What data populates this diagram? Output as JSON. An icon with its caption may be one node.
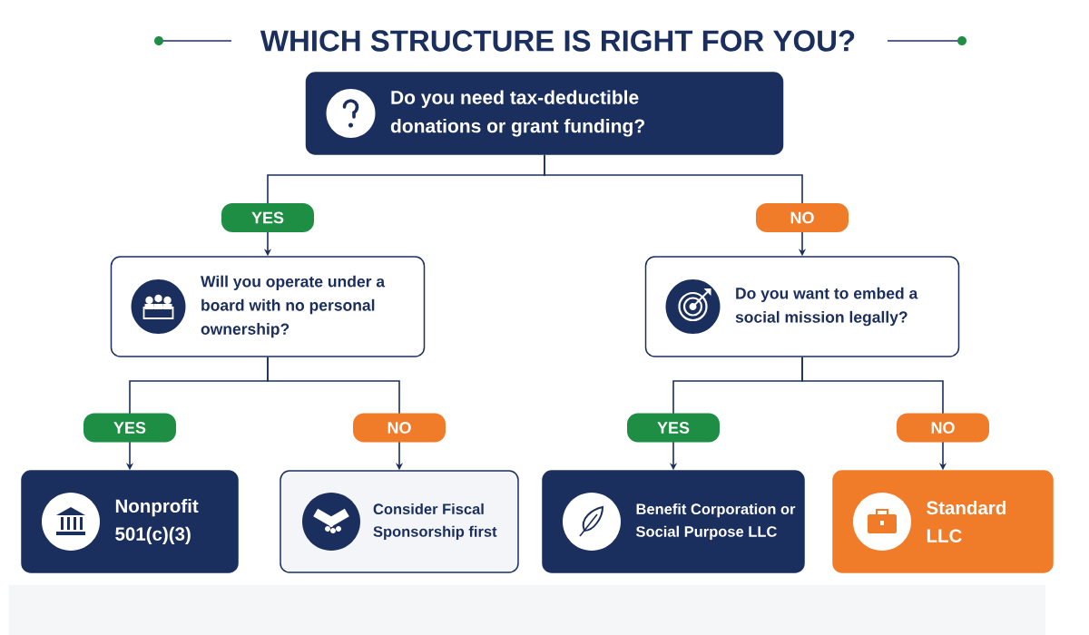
{
  "diagram": {
    "title": "WHICH STRUCTURE IS RIGHT FOR YOU?",
    "nodes": [
      {
        "text": [
          "Do you need tax-deductible donations or grant funding?"
        ]
      },
      {
        "text": [
          "Will you operate under a board with no personal ownership?"
        ]
      },
      {
        "text": [
          "Do you want to embed a social mission legally?"
        ]
      },
      {
        "text": [
          "Nonprofit 501(c)(3)"
        ]
      },
      {
        "text": [
          "Consider Fiscal Sponsorship first"
        ]
      },
      {
        "text": [
          "Benefit Corporation or Social Purpose LLC"
        ]
      },
      {
        "text": [
          "Standard LLC"
        ]
      }
    ],
    "edges": [
      {
        "from": 0,
        "to": 1,
        "arrow": "to",
        "label": "YES"
      },
      {
        "from": 0,
        "to": 2,
        "arrow": "to",
        "label": "NO"
      },
      {
        "from": 1,
        "to": 3,
        "arrow": "to",
        "label": "YES"
      },
      {
        "from": 1,
        "to": 4,
        "arrow": "to",
        "label": "NO"
      },
      {
        "from": 2,
        "to": 5,
        "arrow": "to",
        "label": "YES"
      },
      {
        "from": 2,
        "to": 6,
        "arrow": "to",
        "label": "NO"
      }
    ]
  }
}
